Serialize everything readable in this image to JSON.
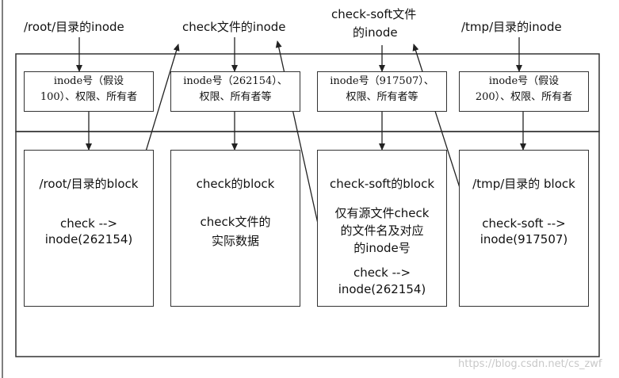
{
  "labels": {
    "root_inode": "/root/目录的inode",
    "check_inode": "check文件的inode",
    "soft_inode_1": "check-soft文件",
    "soft_inode_2": "的inode",
    "tmp_inode": "/tmp/目录的inode"
  },
  "inode_boxes": [
    {
      "line1": "inode号（假设",
      "line2": "100）、权限、所有者"
    },
    {
      "line1": "inode号（262154）、",
      "line2": "权限、所有者等"
    },
    {
      "line1": "inode号（917507）、",
      "line2": "权限、所有者等"
    },
    {
      "line1": "inode号（假设",
      "line2": "200）、权限、所有者"
    }
  ],
  "block_boxes": [
    {
      "title": "/root/目录的block",
      "line1": "check -->",
      "line2": "inode(262154)"
    },
    {
      "title": "check的block",
      "line1": "check文件的",
      "line2": "实际数据"
    },
    {
      "title": "check-soft的block",
      "line1": "仅有源文件check",
      "line2": "的文件名及对应",
      "line3": "的inode号",
      "line4": "check -->",
      "line5": "inode(262154)"
    },
    {
      "title": "/tmp/目录的 block",
      "line1": "check-soft -->",
      "line2": "inode(917507)"
    }
  ],
  "watermark": "https://blog.csdn.net/cs_zwf"
}
